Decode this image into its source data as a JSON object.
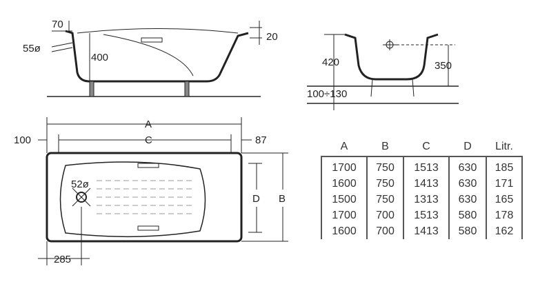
{
  "side_view": {
    "rim_width": "70",
    "overflow_diameter": "55ø",
    "depth": "400",
    "rim_height": "20"
  },
  "end_view": {
    "height": "420",
    "inner_depth": "350",
    "leg_height": "100÷130"
  },
  "plan_view": {
    "length_label": "A",
    "inner_length_label": "C",
    "width_label": "B",
    "inner_width_label": "D",
    "left_offset": "100",
    "right_offset": "87",
    "drain_diameter": "52ø",
    "drain_offset": "285"
  },
  "table": {
    "headers": [
      "A",
      "B",
      "C",
      "D",
      "Litr."
    ],
    "rows": [
      [
        "1700",
        "750",
        "1513",
        "630",
        "185"
      ],
      [
        "1600",
        "750",
        "1413",
        "630",
        "171"
      ],
      [
        "1500",
        "750",
        "1313",
        "630",
        "165"
      ],
      [
        "1700",
        "700",
        "1513",
        "580",
        "178"
      ],
      [
        "1600",
        "700",
        "1413",
        "580",
        "162"
      ]
    ]
  }
}
